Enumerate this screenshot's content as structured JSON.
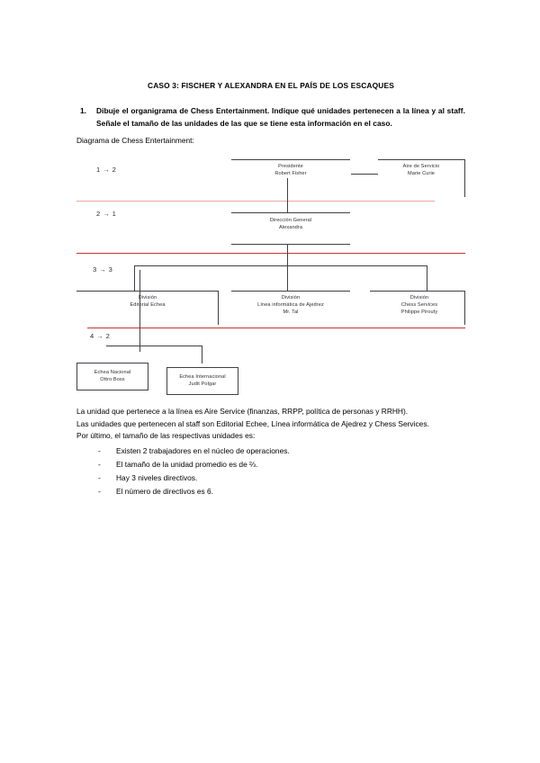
{
  "document": {
    "title": "CASO 3: FISCHER Y ALEXANDRA EN EL PAÍS DE LOS ESCAQUES",
    "question_number": "1.",
    "question_text": "Dibuje el organigrama de Chess Entertainment. Indique qué unidades pertenecen a la línea y al staff. Señale el tamaño de las unidades de las que se tiene esta información en el caso.",
    "diagram_caption": "Diagrama de Chess Entertainment:",
    "paragraphs": [
      "La unidad que pertenece a la línea es Aire Service (finanzas, RRPP, política de personas y RRHH).",
      "Las unidades que pertenecen al staff son Editorial Echee, Línea informática de Ajedrez y Chess Services.",
      "Por último, el tamaño de las respectivas unidades es:"
    ],
    "bullets": [
      {
        "dash": "-",
        "text": "Existen 2 trabajadores en el núcleo de operaciones."
      },
      {
        "dash": "-",
        "text": "El tamaño de la unidad promedio es de ⅔."
      },
      {
        "dash": "-",
        "text": "Hay 3 niveles directivos."
      },
      {
        "dash": "-",
        "text": "El número de directivos es 6."
      }
    ]
  },
  "chart_data": {
    "type": "diagram",
    "title": "Diagrama de Chess Entertainment",
    "colors": {
      "level_divider": "#c0392b",
      "connector": "#3f3f46",
      "text": "#2d2d2d"
    },
    "level_labels": [
      {
        "id": "level-1",
        "label": "1 → 2"
      },
      {
        "id": "level-2",
        "label": "2 → 1"
      },
      {
        "id": "level-3",
        "label": "3 → 3"
      },
      {
        "id": "level-4",
        "label": "4 → 2"
      }
    ],
    "nodes": [
      {
        "id": "president",
        "role": "Presidente",
        "person": "Robert Fisher",
        "level": 1,
        "kind": "line-unit"
      },
      {
        "id": "aire-service",
        "role": "Aire de Servicio",
        "person": "Marie Curie",
        "level": 1,
        "kind": "staff-support"
      },
      {
        "id": "direccion-general",
        "role": "Dirección General",
        "person": "Alexandra",
        "level": 2,
        "kind": "line-unit"
      },
      {
        "id": "division-editorial",
        "role": "División",
        "person": "Editorial Echea",
        "level": 3,
        "kind": "division"
      },
      {
        "id": "division-informatica",
        "role": "División",
        "person": "Línea informática de Ajedrez",
        "person2": "Mr. Tal",
        "level": 3,
        "kind": "division"
      },
      {
        "id": "division-chess-services",
        "role": "División",
        "person": "Chess Services",
        "person2": "Philippe Pirouty",
        "level": 3,
        "kind": "division"
      },
      {
        "id": "echea-nacional",
        "role": "Echea Nacional",
        "person": "Ottro Boss",
        "level": 4,
        "kind": "operating-unit"
      },
      {
        "id": "echea-internacional",
        "role": "Echea Internacional",
        "person": "Judit Polgar",
        "level": 4,
        "kind": "operating-unit"
      }
    ]
  }
}
